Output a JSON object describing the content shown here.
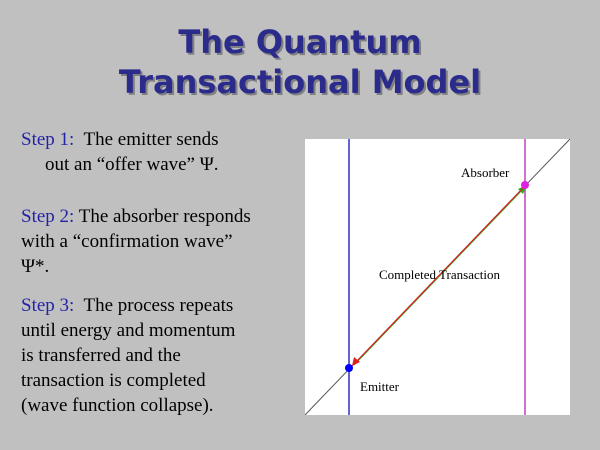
{
  "title": {
    "line1": "The Quantum",
    "line2": "Transactional Model"
  },
  "steps": [
    {
      "label": "Step 1:",
      "lines": [
        "The emitter sends",
        "out an “offer wave” Ψ."
      ]
    },
    {
      "label": "Step 2:",
      "lines": [
        "The absorber responds",
        "with a “confirmation wave”",
        "Ψ*."
      ]
    },
    {
      "label": "Step 3:",
      "lines": [
        "The process repeats",
        "until energy and momentum",
        "is transferred and the",
        "transaction is completed",
        "(wave function collapse)."
      ]
    }
  ],
  "diagram": {
    "absorber_label": "Absorber",
    "transaction_label": "Completed Transaction",
    "emitter_label": "Emitter",
    "colors": {
      "emitter_line": "#3030c0",
      "absorber_line": "#c040c0",
      "emitter_dot": "#0000ff",
      "absorber_dot": "#e020e0",
      "offer_wave": "#e02020",
      "confirm_wave": "#20b020"
    }
  }
}
